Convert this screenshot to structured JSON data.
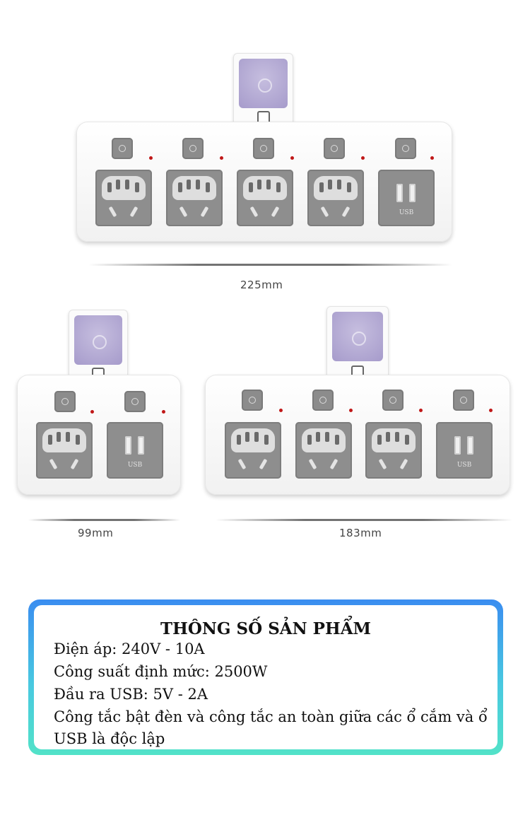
{
  "dimensions": {
    "large": "225mm",
    "small": "99mm",
    "medium": "183mm"
  },
  "usb_label": "USB",
  "spec": {
    "title": "THÔNG SỐ SẢN PHẨM",
    "lines": [
      "Điện áp: 240V - 10A",
      "Công suất định mức: 2500W",
      "Đầu ra USB: 5V - 2A",
      "Công tắc bật đèn và công tắc an toàn giữa các ổ cắm và ổ",
      "USB là độc lập"
    ]
  },
  "colors": {
    "plug_pad": "#a69bcb",
    "panel": "#8e8e8e",
    "led": "#c01818",
    "border_top": "#3a8df0",
    "border_bottom": "#52e2c8"
  }
}
